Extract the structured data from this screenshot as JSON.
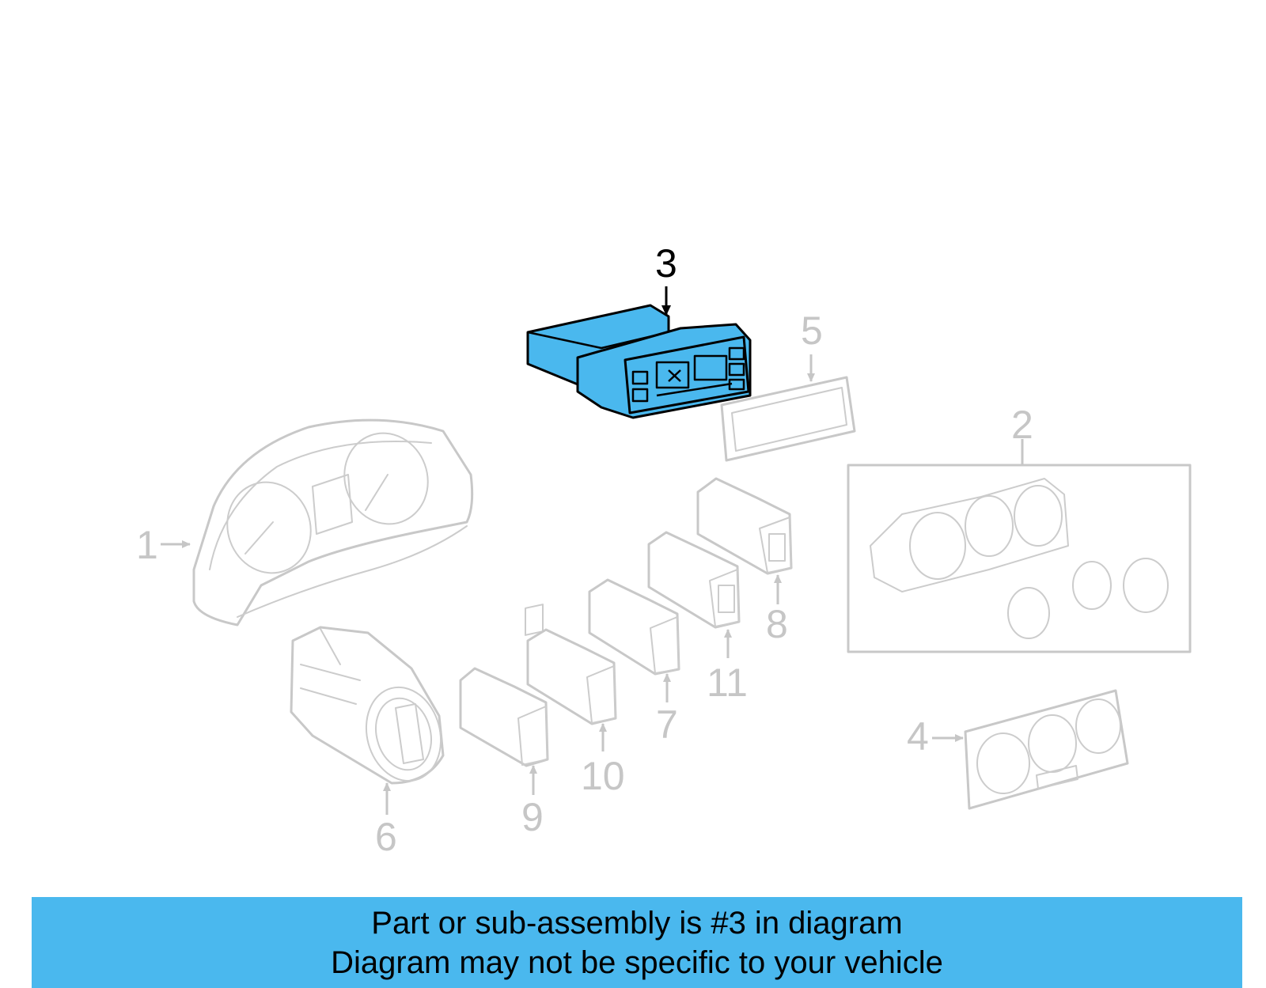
{
  "diagram": {
    "highlighted_part": "3",
    "callouts": [
      "1",
      "2",
      "3",
      "4",
      "5",
      "6",
      "7",
      "8",
      "9",
      "10",
      "11"
    ],
    "colors": {
      "highlight": "#4ab8ee",
      "ghost": "#c8c8c8",
      "active_outline": "#000000"
    }
  },
  "banner": {
    "line1": "Part or sub-assembly is #3 in diagram",
    "line2": "Diagram may not be specific to your vehicle"
  }
}
